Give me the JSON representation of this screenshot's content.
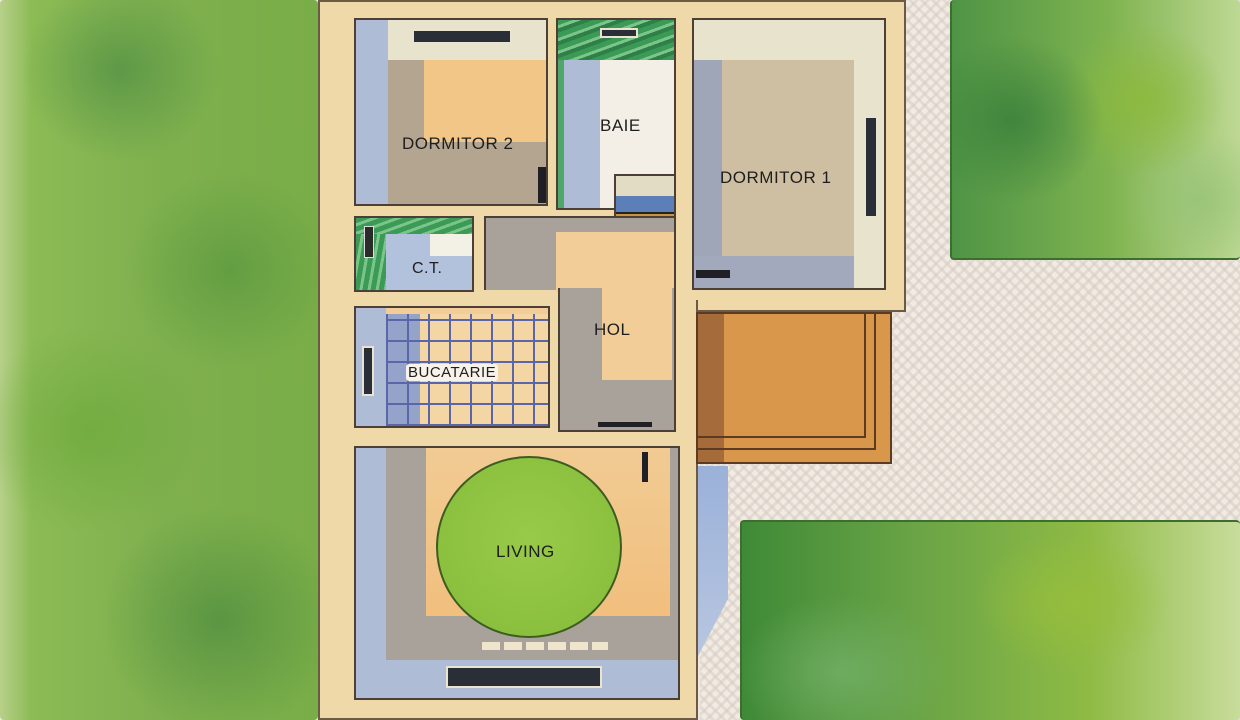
{
  "floor_plan": {
    "rooms": [
      {
        "id": "dormitor-2",
        "label": "DORMITOR 2"
      },
      {
        "id": "baie",
        "label": "BAIE"
      },
      {
        "id": "dormitor-1",
        "label": "DORMITOR 1"
      },
      {
        "id": "ct",
        "label": "C.T."
      },
      {
        "id": "hol",
        "label": "HOL"
      },
      {
        "id": "bucatarie",
        "label": "BUCATARIE"
      },
      {
        "id": "living",
        "label": "LIVING"
      }
    ],
    "colors": {
      "walls": "#f0d9a8",
      "floor_warm": "#f2c487",
      "floor_gray": "#a9a29a",
      "wall_blue": "#aebcd6",
      "tile_green": "#3f9c5a",
      "rug_green": "#8dc43f",
      "terrace": "#d9974c",
      "grass": "#7fb04e",
      "paving": "#f1ebe3"
    }
  }
}
